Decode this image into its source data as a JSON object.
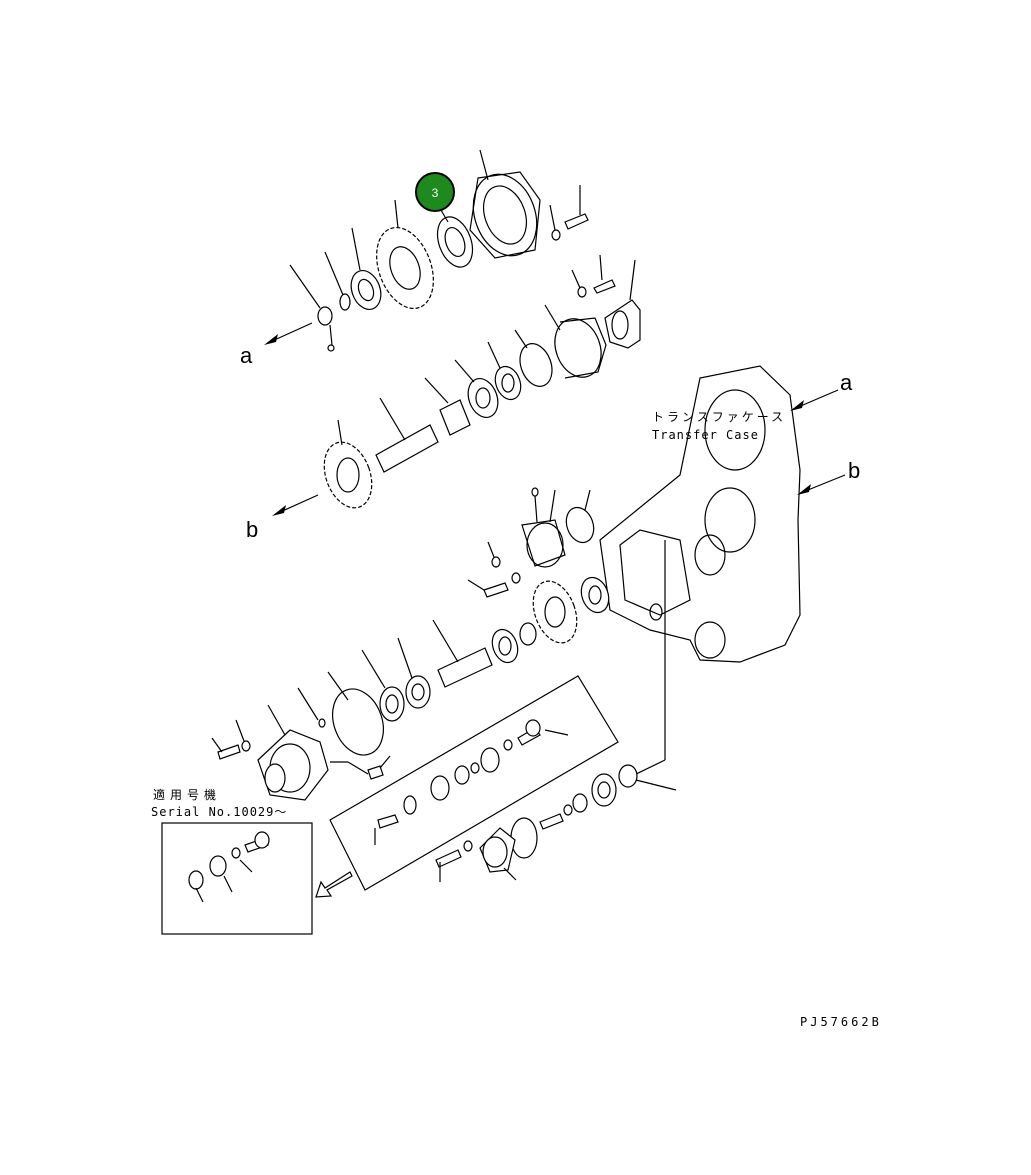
{
  "callout": {
    "label": "3",
    "color": "#1e8a1e"
  },
  "labels": {
    "a_left": "a",
    "b_left": "b",
    "a_right": "a",
    "b_right": "b",
    "transfer_case_jp": "トランスファケース",
    "transfer_case_en": "Transfer Case",
    "serial_jp": "適用号機",
    "serial_en": "Serial No.10029～",
    "drawing_code": "PJ57662B"
  }
}
